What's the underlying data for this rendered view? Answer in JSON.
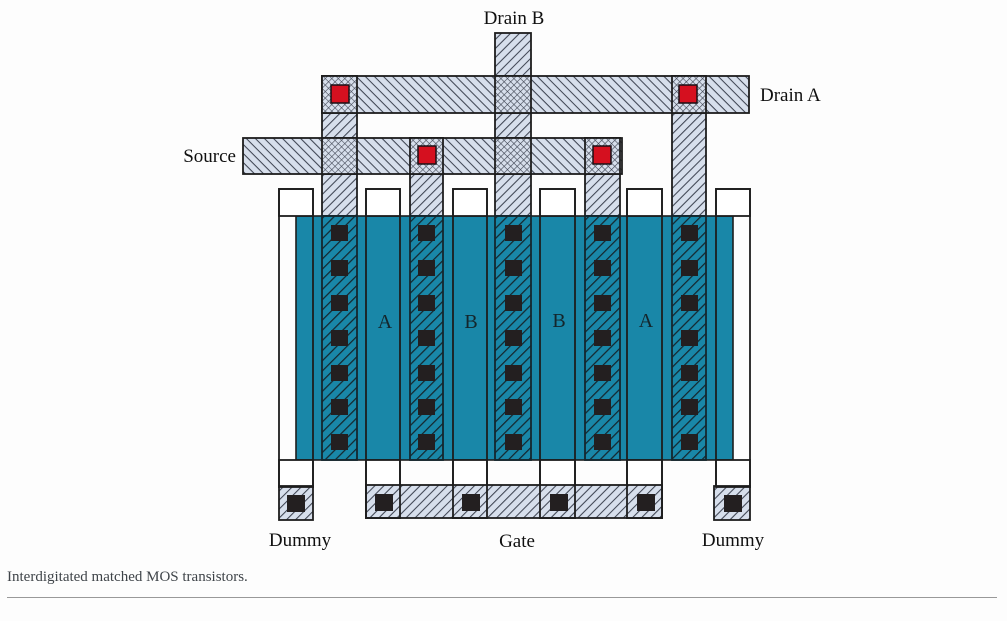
{
  "figure": {
    "labels": {
      "drain_b": "Drain B",
      "drain_a": "Drain A",
      "source": "Source",
      "dummy_left": "Dummy",
      "gate": "Gate",
      "dummy_right": "Dummy"
    },
    "region_labels": [
      "A",
      "B",
      "B",
      "A"
    ],
    "caption": "Interdigitated matched MOS transistors.",
    "colors": {
      "background": "#fdfdfd",
      "active_area": "#1987a8",
      "metal_fill": "#d7dfec",
      "hatch_line": "#3f4553",
      "hatch_line_on_active": "#15272e",
      "contact": "#231f20",
      "via": "#d5101f",
      "outline": "#1d1d1d",
      "label_text": "#101010",
      "region_text": "#14262c",
      "caption_text": "#3f4449",
      "rule": "#999999"
    }
  }
}
